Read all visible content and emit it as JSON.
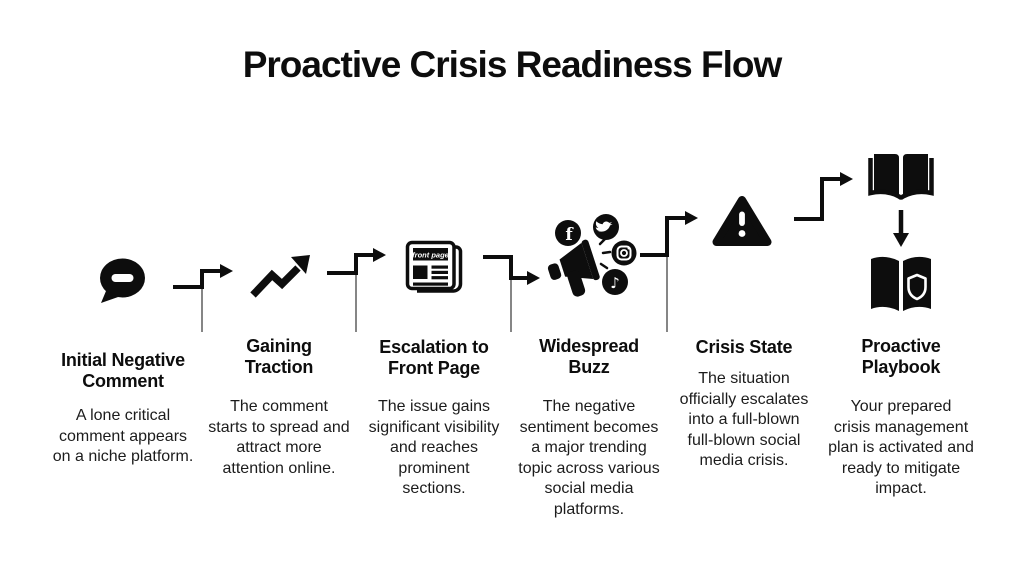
{
  "page": {
    "title": "Proactive Crisis Readiness Flow",
    "background_color": "#ffffff",
    "ink_color": "#0d0d0d",
    "divider_color": "#868686"
  },
  "newspaper": {
    "label": "front page"
  },
  "stages": [
    {
      "icon": "speech-bubble-minus-icon",
      "title": "Initial Negative\nComment",
      "description": "A lone critical\ncomment appears\non a niche platform."
    },
    {
      "icon": "trending-up-icon",
      "title": "Gaining\nTraction",
      "description": "The comment\nstarts to spread and\nattract more\nattention online."
    },
    {
      "icon": "newspaper-front-page-icon",
      "title": "Escalation to\nFront Page",
      "description": "The issue gains\nsignificant visibility\nand reaches\nprominent\nsections."
    },
    {
      "icon": "megaphone-social-media-icon",
      "title": "Widespread\nBuzz",
      "description": "The negative\nsentiment becomes\na major trending\ntopic across various\nsocial media\nplatforms."
    },
    {
      "icon": "warning-triangle-icon",
      "title": "Crisis State",
      "description": "The situation\nofficially escalates\ninto a full-blown\nfull-blown social\nmedia crisis."
    },
    {
      "icon": "playbook-books-icon",
      "title": "Proactive\nPlaybook",
      "description": "Your prepared\ncrisis management\nplan is activated and\nready to mitigate\nimpact."
    }
  ]
}
